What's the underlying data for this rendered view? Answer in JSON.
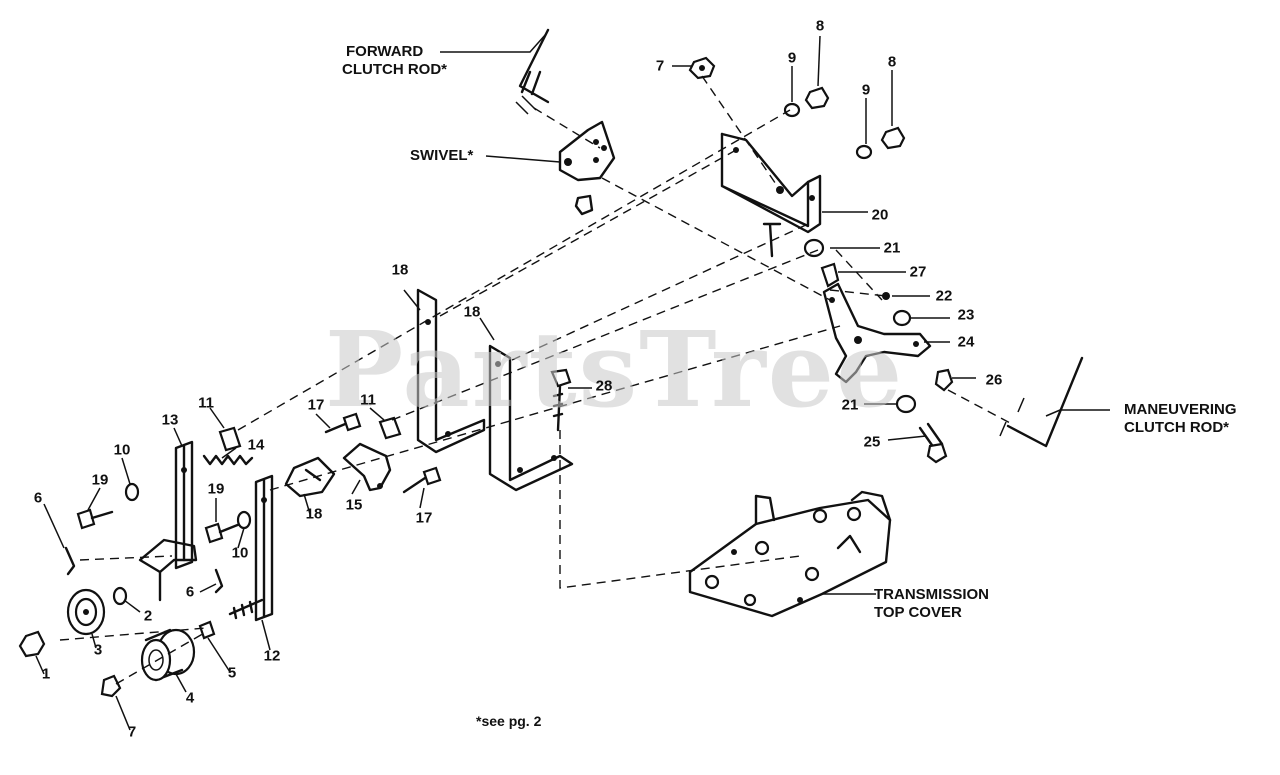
{
  "watermark": "PartsTree",
  "footnote": "*see pg. 2",
  "labels": {
    "forward_clutch_rod": [
      "FORWARD",
      "CLUTCH ROD*"
    ],
    "swivel": "SWIVEL*",
    "maneuvering_clutch_rod": [
      "MANEUVERING",
      "CLUTCH ROD*"
    ],
    "transmission_top_cover": [
      "TRANSMISSION",
      "TOP COVER"
    ]
  },
  "callouts": [
    "7",
    "8",
    "9",
    "8",
    "9",
    "20",
    "21",
    "27",
    "22",
    "23",
    "24",
    "26",
    "21",
    "25",
    "18",
    "18",
    "28",
    "11",
    "17",
    "11",
    "13",
    "14",
    "10",
    "19",
    "19",
    "10",
    "6",
    "18",
    "15",
    "17",
    "6",
    "2",
    "3",
    "1",
    "4",
    "5",
    "12",
    "7"
  ]
}
